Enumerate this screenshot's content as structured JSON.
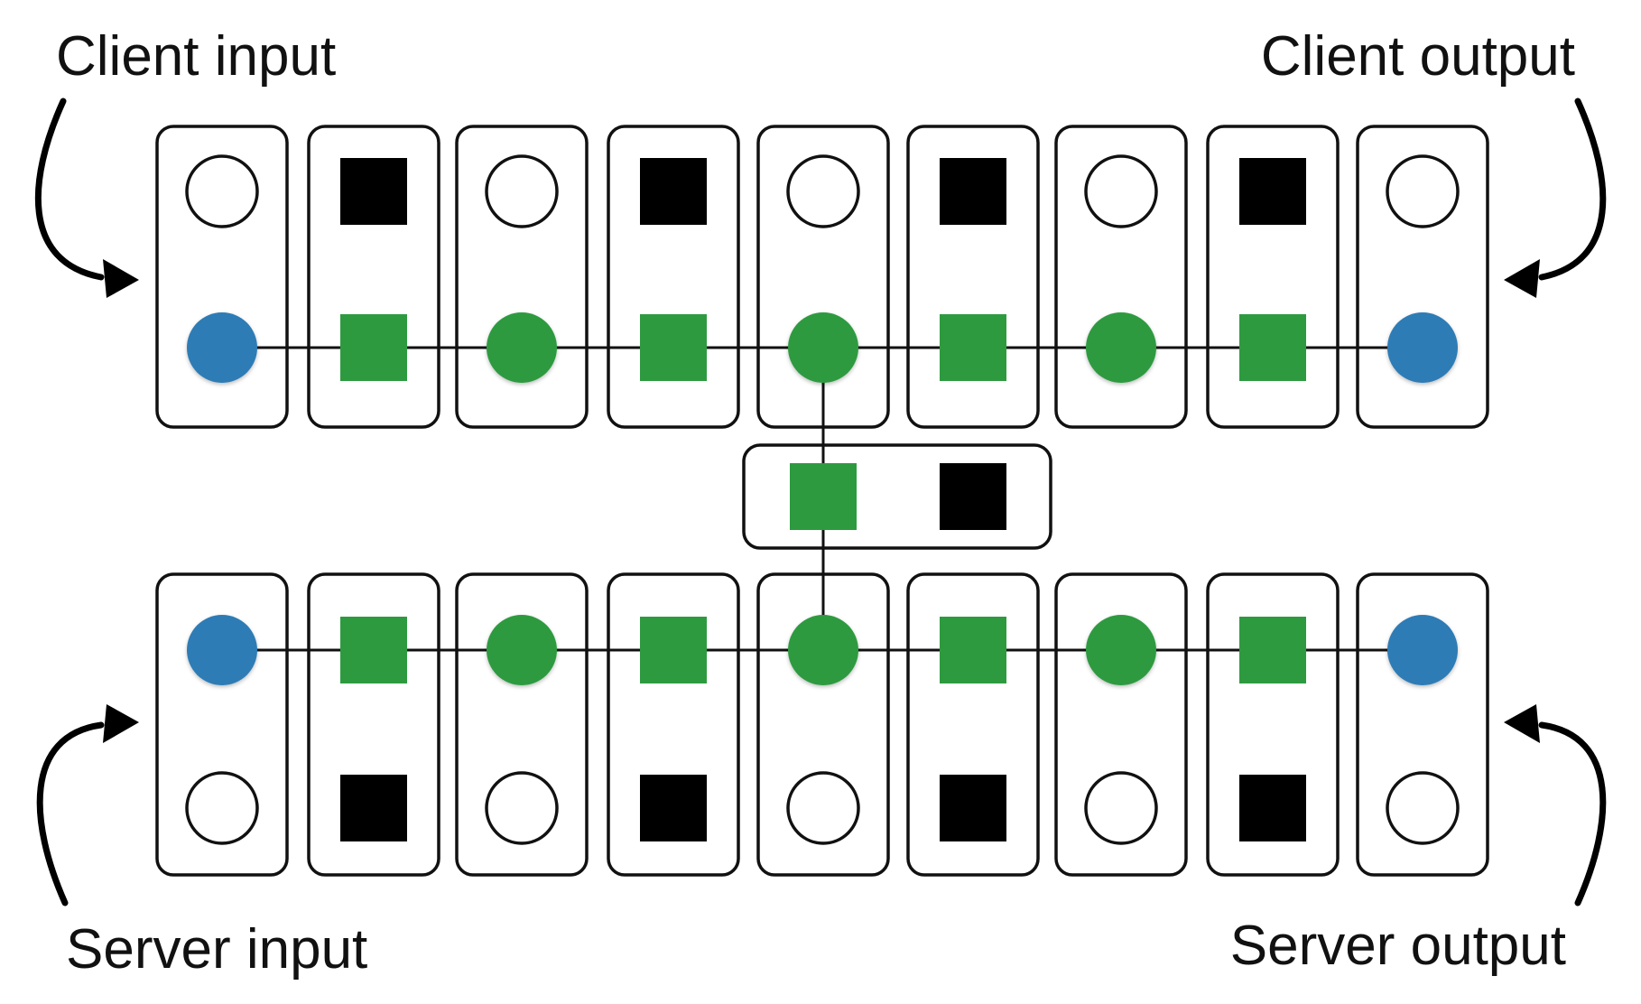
{
  "labels": {
    "client_input": "Client input",
    "client_output": "Client output",
    "server_input": "Server input",
    "server_output": "Server output"
  },
  "colors": {
    "endpoint": "#2f7cb5",
    "active": "#2e9a40",
    "filled": "#000000",
    "outline": "#111111",
    "background": "#ffffff"
  },
  "client_row": [
    {
      "top": "hollow-circle",
      "bottom": "blue-circle"
    },
    {
      "top": "black-square",
      "bottom": "green-square"
    },
    {
      "top": "hollow-circle",
      "bottom": "green-circle"
    },
    {
      "top": "black-square",
      "bottom": "green-square"
    },
    {
      "top": "hollow-circle",
      "bottom": "green-circle"
    },
    {
      "top": "black-square",
      "bottom": "green-square"
    },
    {
      "top": "hollow-circle",
      "bottom": "green-circle"
    },
    {
      "top": "black-square",
      "bottom": "green-square"
    },
    {
      "top": "hollow-circle",
      "bottom": "blue-circle"
    }
  ],
  "server_row": [
    {
      "top": "blue-circle",
      "bottom": "hollow-circle"
    },
    {
      "top": "green-square",
      "bottom": "black-square"
    },
    {
      "top": "green-circle",
      "bottom": "hollow-circle"
    },
    {
      "top": "green-square",
      "bottom": "black-square"
    },
    {
      "top": "green-circle",
      "bottom": "hollow-circle"
    },
    {
      "top": "green-square",
      "bottom": "black-square"
    },
    {
      "top": "green-circle",
      "bottom": "hollow-circle"
    },
    {
      "top": "green-square",
      "bottom": "black-square"
    },
    {
      "top": "blue-circle",
      "bottom": "hollow-circle"
    }
  ],
  "bridge": [
    "green-square",
    "black-square"
  ]
}
